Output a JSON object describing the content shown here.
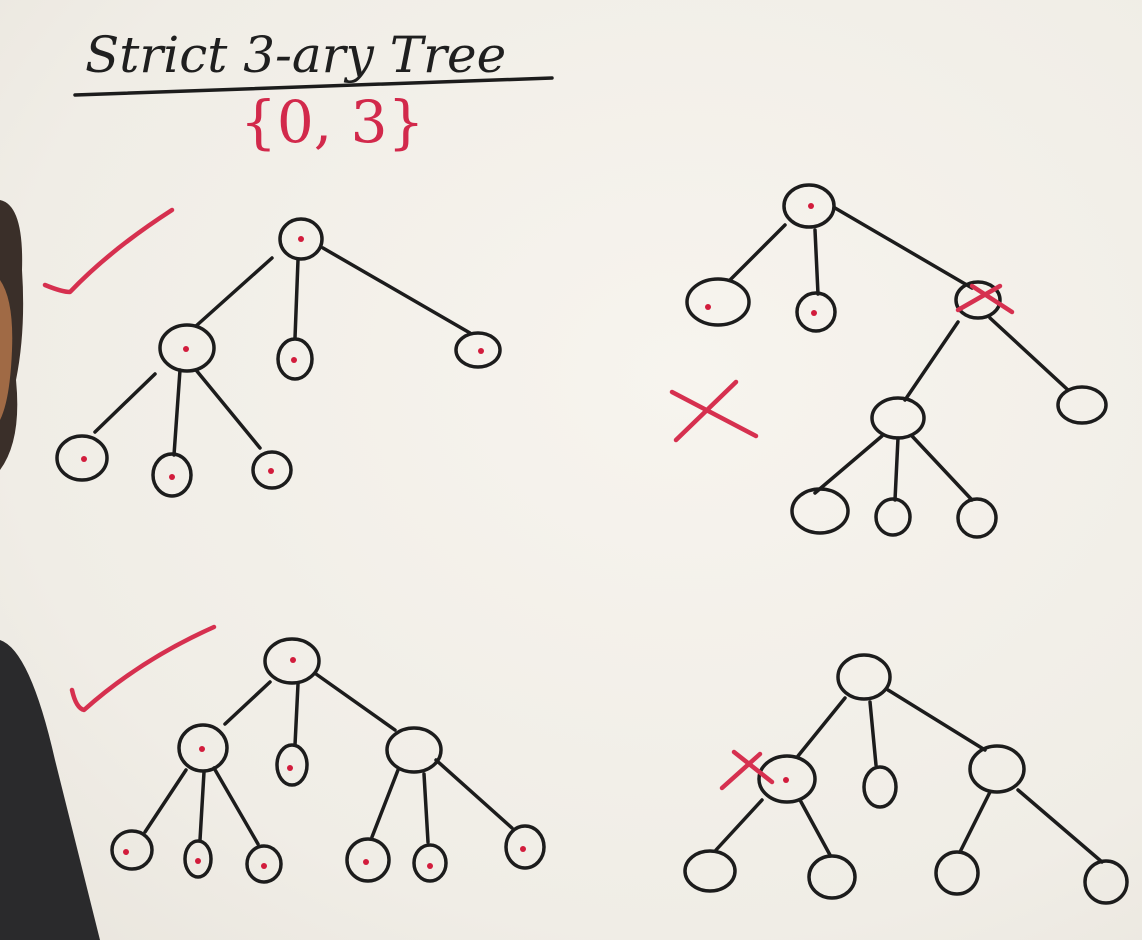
{
  "title": "Strict 3-ary Tree",
  "degree_set": "{0, 3}",
  "verdicts": {
    "valid": "check-mark",
    "invalid": "cross-mark"
  }
}
